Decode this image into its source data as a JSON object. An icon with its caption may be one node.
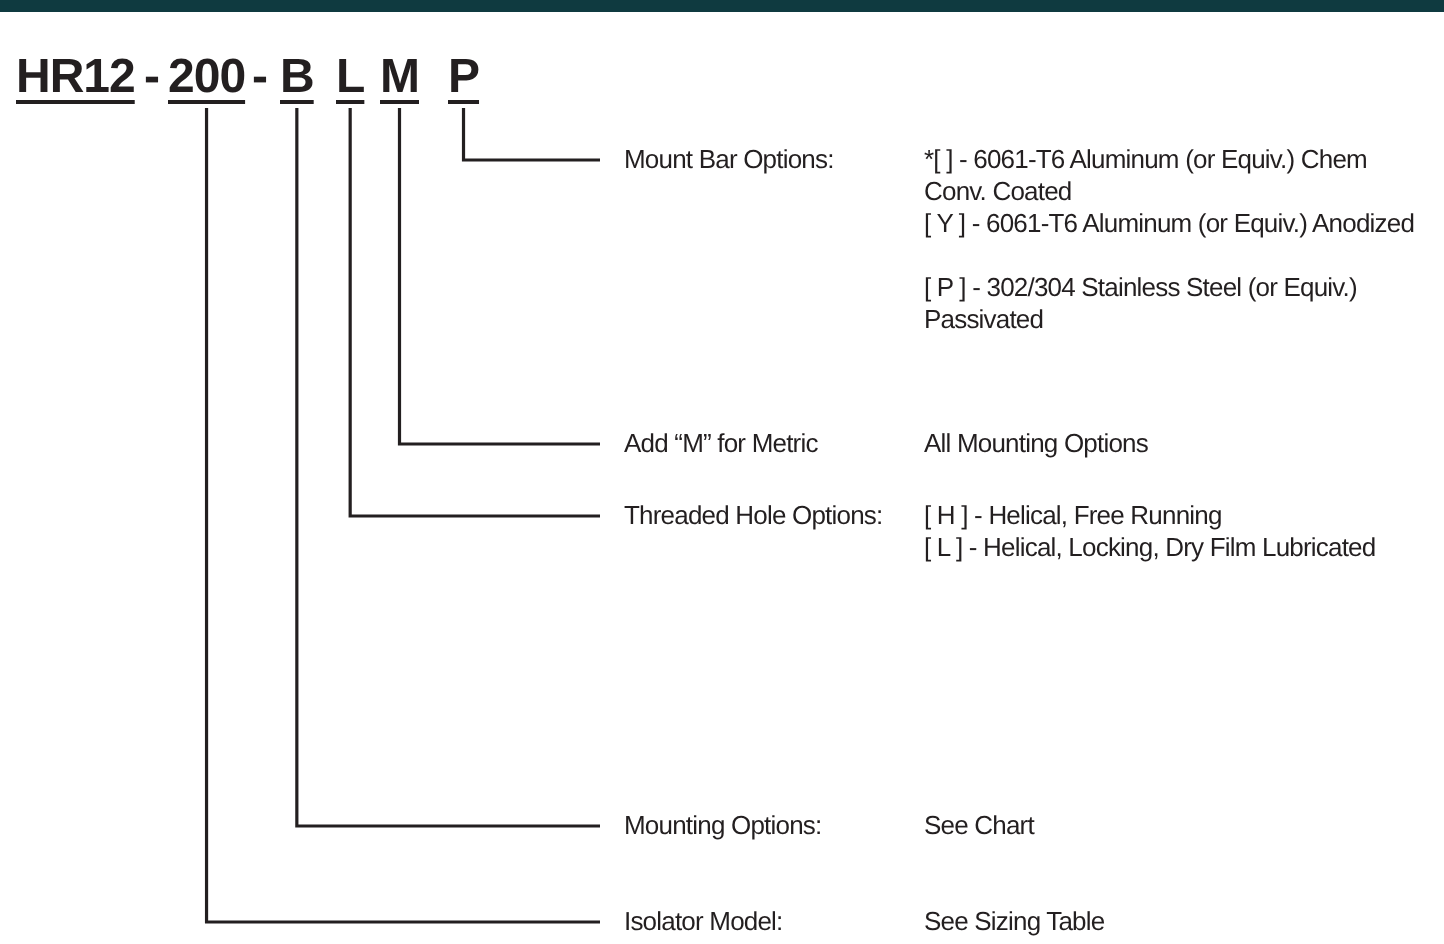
{
  "diagram": {
    "nodes": [
      {
        "text": [
          "HR12"
        ]
      },
      {
        "text": [
          "200"
        ]
      },
      {
        "text": [
          "B"
        ]
      },
      {
        "text": [
          "L"
        ]
      },
      {
        "text": [
          "M"
        ]
      },
      {
        "text": [
          "P"
        ]
      },
      {
        "text": [
          "Mount Bar Options:",
          "*[ ] - 6061-T6 Aluminum (or Equiv.) Chem Conv. Coated",
          "[ Y ] - 6061-T6 Aluminum (or Equiv.) Anodized",
          "[ P ] - 302/304 Stainless Steel (or Equiv.) Passivated"
        ]
      },
      {
        "text": [
          "Add “M” for Metric",
          "All Mounting Options"
        ]
      },
      {
        "text": [
          "Threaded Hole Options:",
          "[ H ] - Helical, Free Running",
          "[ L ] - Helical, Locking, Dry Film Lubricated"
        ]
      },
      {
        "text": [
          "Mounting Options:",
          "See Chart"
        ]
      },
      {
        "text": [
          "Isolator Model:",
          "See Sizing Table"
        ]
      }
    ],
    "edges": [
      {
        "from": 5,
        "to": 6,
        "arrow": "none"
      },
      {
        "from": 4,
        "to": 7,
        "arrow": "none"
      },
      {
        "from": 3,
        "to": 8,
        "arrow": "none"
      },
      {
        "from": 2,
        "to": 9,
        "arrow": "none"
      },
      {
        "from": 1,
        "to": 10,
        "arrow": "none"
      }
    ],
    "labels": [
      "-",
      "-"
    ]
  }
}
